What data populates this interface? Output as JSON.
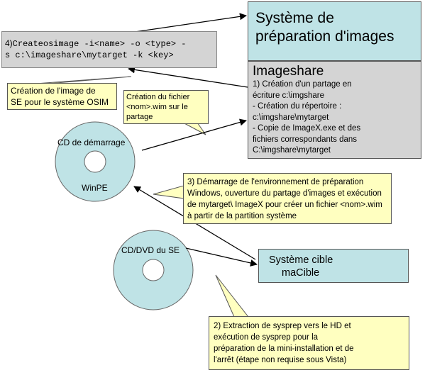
{
  "command": {
    "prefix": "4)",
    "line1": "Createosimage  -i<name> -o <type> -",
    "line2": "s c:\\imageshare\\mytarget -k <key>"
  },
  "title_box": {
    "line1": "Système de",
    "line2": "préparation d'images"
  },
  "imageshare": {
    "heading": "Imageshare",
    "lines": [
      "1) Création d'un partage en",
      "écriture c:\\imgshare",
      "- Création du répertoire :",
      "c:\\imgshare\\mytarget",
      "- Copie de ImageX.exe et des",
      "fichiers correspondants dans",
      "C:\\imgshare\\mytarget"
    ]
  },
  "note_osim": {
    "line1": "Création de l'image de",
    "line2": "SE pour le système OSIM"
  },
  "note_wim": {
    "line1": "Création du fichier",
    "line2": "<nom>.wim sur le",
    "line3": "partage"
  },
  "boot_cd": {
    "label": "CD de démarrage",
    "sublabel": "WinPE"
  },
  "note_winpe": {
    "line1": "3) Démarrage de l'environnement de préparation",
    "line2": "Windows, ouverture du partage d'images et exécution",
    "line3": "de mytarget\\ ImageX pour créer un fichier <nom>.wim",
    "line4": "à partir de la partition système"
  },
  "os_dvd": {
    "label": "CD/DVD du SE"
  },
  "target_system": {
    "line1": "Système cible",
    "line2": "maCible"
  },
  "note_sysprep": {
    "line1": "2) Extraction de sysprep vers le HD et",
    "line2": "exécution de sysprep pour la",
    "line3": "préparation de la mini-installation et de",
    "line4": "l'arrêt (étape non requise sous Vista)"
  },
  "colors": {
    "box_cyan": "#bfe3e6",
    "box_gray": "#d4d4d4",
    "note_yellow": "#ffffc0",
    "disc": "#bfe3e6"
  }
}
